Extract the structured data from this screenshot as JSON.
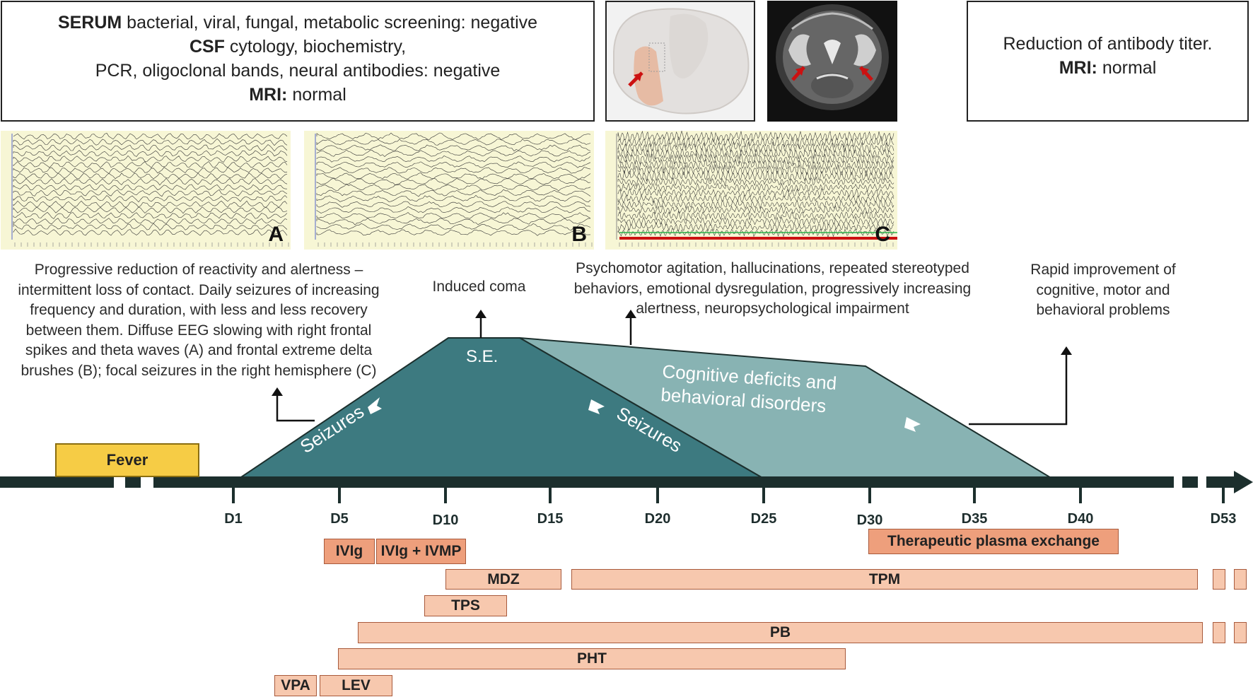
{
  "top_boxes": {
    "left": {
      "serum_label": "SERUM",
      "serum_text": " bacterial, viral, fungal, metabolic screening: negative",
      "csf_label": "CSF",
      "csf_text": " cytology, biochemistry,",
      "csf_text2": "PCR, oligoclonal bands, neural antibodies: negative",
      "mri_label": "MRI:",
      "mri_text": " normal"
    },
    "right": {
      "line1": "Reduction of antibody titer.",
      "mri_label": "MRI:",
      "mri_text": " normal"
    }
  },
  "eeg_panels": [
    {
      "letter": "A"
    },
    {
      "letter": "B"
    },
    {
      "letter": "C"
    }
  ],
  "annotations": {
    "progressive": "Progressive reduction of reactivity and alertness – intermittent loss of contact. Daily seizures of increasing frequency and duration, with less and less recovery between them. Diffuse EEG slowing with right frontal spikes and theta waves (A) and  frontal extreme delta brushes (B);  focal seizures in the right hemisphere (C)",
    "induced_coma": "Induced coma",
    "psychomotor": "Psychomotor agitation, hallucinations, repeated stereotyped behaviors, emotional dysregulation, progressively increasing alertness, neuropsychological impairment",
    "rapid": "Rapid improvement of cognitive, motor and behavioral problems"
  },
  "shape_labels": {
    "seizures_up": "Seizures",
    "se": "S.E.",
    "seizures_down": "Seizures",
    "cognitive_line1": "Cognitive deficits and",
    "cognitive_line2": "behavioral disorders"
  },
  "fever_label": "Fever",
  "timeline_ticks": [
    "D1",
    "D5",
    "D10",
    "D15",
    "D20",
    "D25",
    "D30",
    "D35",
    "D40",
    "D53"
  ],
  "treatments": {
    "ivig": "IVIg",
    "ivig_ivmp": "IVIg + IVMP",
    "plasma_exchange": "Therapeutic plasma exchange",
    "mdz": "MDZ",
    "tpm": "TPM",
    "tps": "TPS",
    "pb": "PB",
    "pht": "PHT",
    "vpa": "VPA",
    "lev": "LEV"
  },
  "colors": {
    "timeline": "#1c2f2d",
    "dark_teal": "#3d7a80",
    "light_teal": "#88b3b3",
    "fever": "#f6cc45",
    "bar_light": "#f7c8ae",
    "bar_dark": "#ee9f7c",
    "arrow_red": "#cc1111"
  }
}
